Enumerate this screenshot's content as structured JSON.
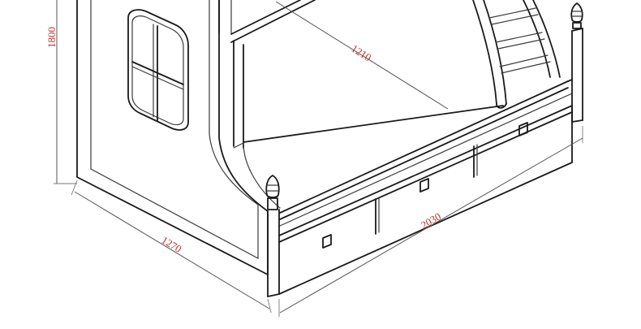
{
  "dimensions": {
    "height": "1800",
    "inner_length": "1210",
    "width": "1270",
    "length": "2030"
  },
  "colors": {
    "line": "#1a1a1a",
    "dimension_text": "#c0302a",
    "background": "#ffffff"
  }
}
